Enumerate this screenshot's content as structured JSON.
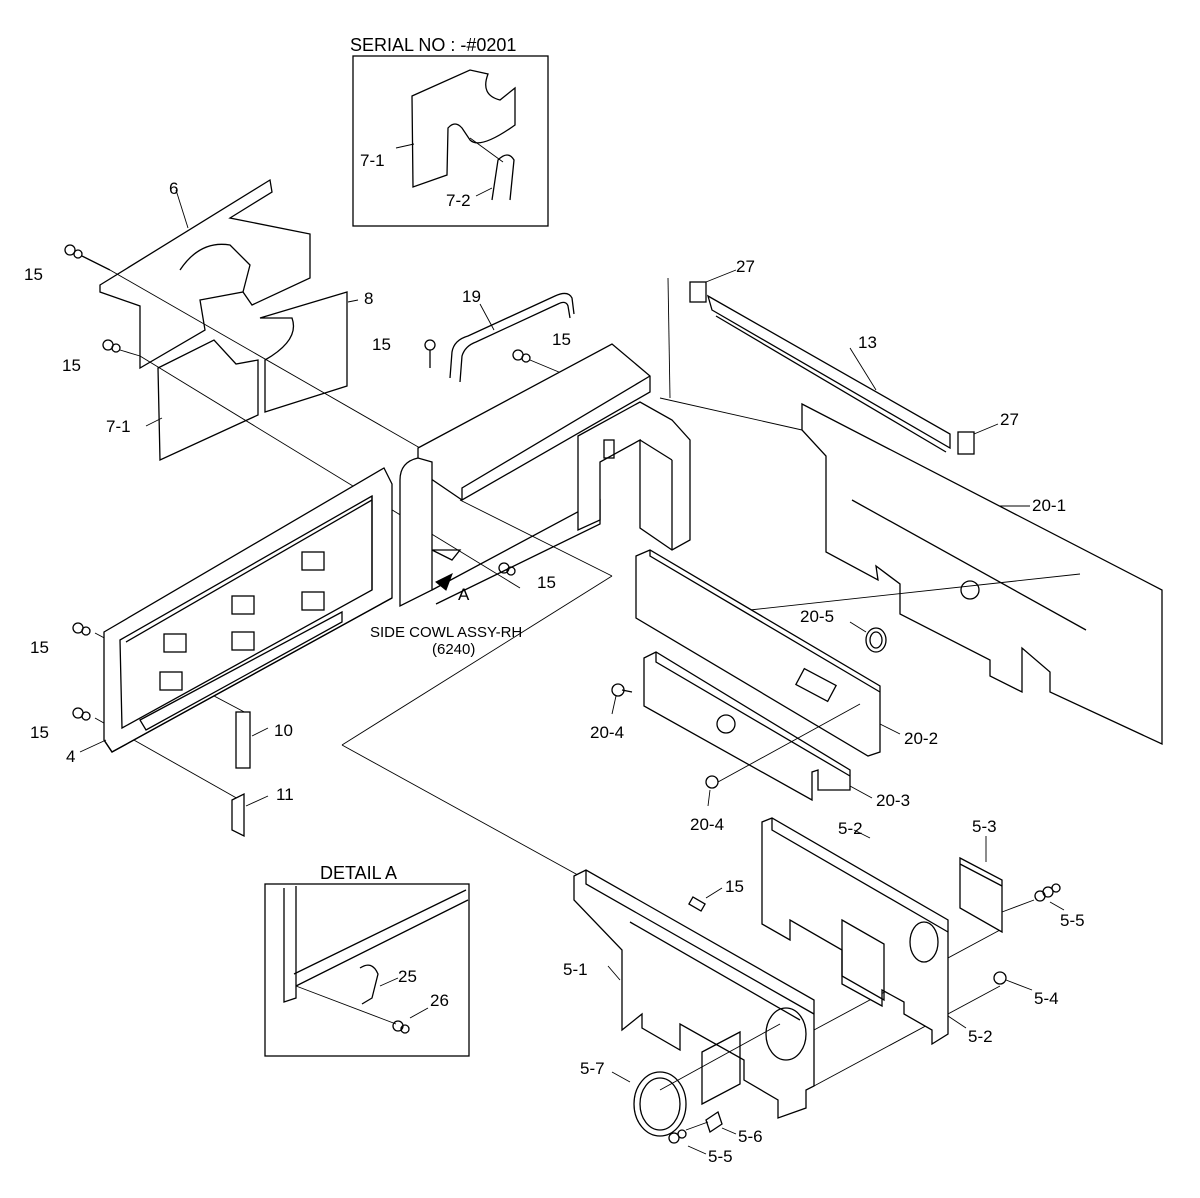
{
  "insets": {
    "serial_title": "SERIAL NO : -#0201",
    "detail_title": "DETAIL A"
  },
  "captions": {
    "side_cowl_line1": "SIDE COWL ASSY-RH",
    "side_cowl_line2": "(6240)",
    "arrow_a": "A"
  },
  "labels": {
    "l15a": "15",
    "l15b": "15",
    "l15c": "15",
    "l15d": "15",
    "l15e": "15",
    "l15f": "15",
    "l15g": "15",
    "l15h": "15",
    "l6": "6",
    "l8": "8",
    "l71a": "7-1",
    "l71b": "7-1",
    "l72": "7-2",
    "l19": "19",
    "l27a": "27",
    "l27b": "27",
    "l13": "13",
    "l201": "20-1",
    "l202": "20-2",
    "l203": "20-3",
    "l204a": "20-4",
    "l204b": "20-4",
    "l205": "20-5",
    "l4": "4",
    "l10": "10",
    "l11": "11",
    "l25": "25",
    "l26": "26",
    "l51": "5-1",
    "l52a": "5-2",
    "l52b": "5-2",
    "l53": "5-3",
    "l54": "5-4",
    "l55a": "5-5",
    "l55b": "5-5",
    "l56": "5-6",
    "l57": "5-7"
  }
}
